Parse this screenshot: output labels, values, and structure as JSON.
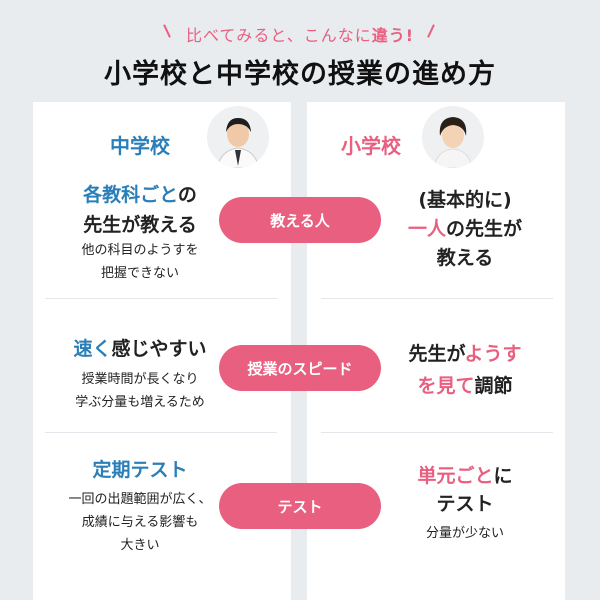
{
  "header": {
    "subtitle_pre": "比べてみると、こんなに",
    "subtitle_em": "違う!",
    "title": "小学校と中学校の授業の進め方"
  },
  "left": {
    "heading": "中学校",
    "row1": {
      "highlight": "各教科ごと",
      "tail1": "の",
      "line2": "先生が教える",
      "note1": "他の科目のようすを",
      "note2": "把握できない"
    },
    "row2": {
      "highlight": "速く",
      "tail": "感じやすい",
      "note1": "授業時間が長くなり",
      "note2": "学ぶ分量も増えるため"
    },
    "row3": {
      "highlight": "定期テスト",
      "note1": "一回の出題範囲が広く、",
      "note2": "成績に与える影響も",
      "note3": "大きい"
    }
  },
  "right": {
    "heading": "小学校",
    "row1": {
      "line1": "(基本的に)",
      "highlight": "一人",
      "tail": "の先生が",
      "line3": "教える"
    },
    "row2": {
      "pre": "先生が",
      "highlight1": "ようす",
      "highlight2": "を見て",
      "post": "調節"
    },
    "row3": {
      "highlight": "単元ごと",
      "tail": "に",
      "line2": "テスト",
      "note": "分量が少ない"
    }
  },
  "pills": [
    "教える人",
    "授業のスピード",
    "テスト"
  ],
  "colors": {
    "accent_pink": "#e85f80",
    "accent_blue": "#2a7fb8",
    "background": "#e9ecef"
  },
  "icons": [
    "student-boy-icon",
    "teacher-woman-icon"
  ]
}
